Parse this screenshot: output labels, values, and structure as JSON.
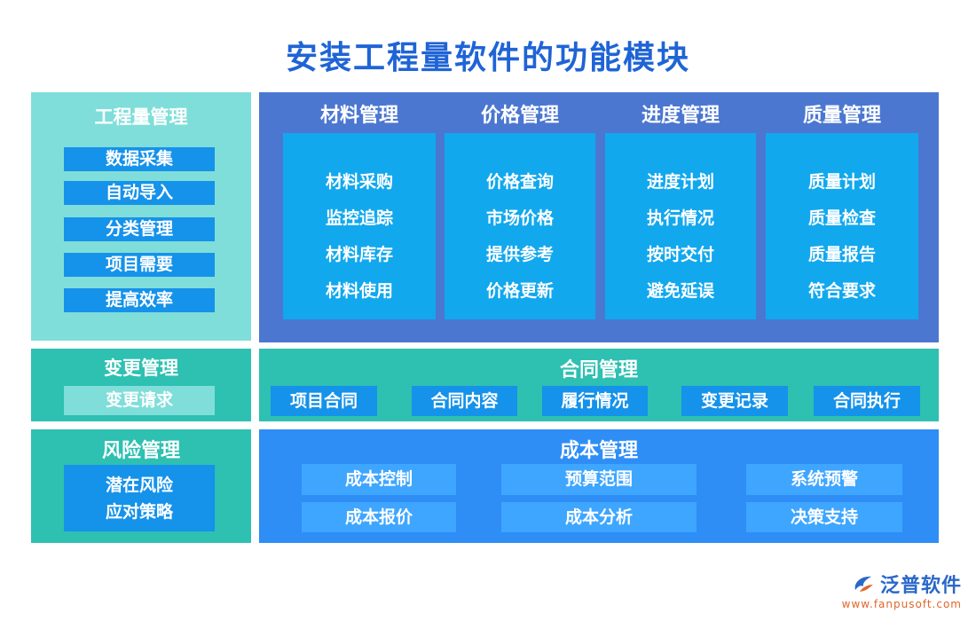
{
  "title": "安装工程量软件的功能模块",
  "quantity": {
    "label": "工程量管理",
    "items": [
      "数据采集",
      "自动导入",
      "分类管理",
      "项目需要",
      "提高效率"
    ]
  },
  "columns": [
    {
      "label": "材料管理",
      "items": [
        "材料采购",
        "监控追踪",
        "材料库存",
        "材料使用"
      ]
    },
    {
      "label": "价格管理",
      "items": [
        "价格查询",
        "市场价格",
        "提供参考",
        "价格更新"
      ]
    },
    {
      "label": "进度管理",
      "items": [
        "进度计划",
        "执行情况",
        "按时交付",
        "避免延误"
      ]
    },
    {
      "label": "质量管理",
      "items": [
        "质量计划",
        "质量检查",
        "质量报告",
        "符合要求"
      ]
    }
  ],
  "change": {
    "label": "变更管理",
    "items": [
      "变更请求"
    ]
  },
  "contract": {
    "label": "合同管理",
    "items": [
      "项目合同",
      "合同内容",
      "履行情况",
      "变更记录",
      "合同执行"
    ]
  },
  "risk": {
    "label": "风险管理",
    "items": [
      "潜在风险",
      "应对策略"
    ]
  },
  "cost": {
    "label": "成本管理",
    "items": [
      "成本控制",
      "预算范围",
      "系统预警",
      "成本报价",
      "成本分析",
      "决策支持"
    ]
  },
  "logo": {
    "name": "泛普软件",
    "url": "www.fanpusoft.com"
  },
  "colors": {
    "title": "#1f64d6",
    "left_top": "#7fded9",
    "left_bottom": "#2ec0b1",
    "item_blue": "#1592ea",
    "main_blue": "#4b77d1",
    "col_box": "#12a8ee",
    "contract_panel": "#2ec0b1",
    "cost_panel": "#2e8ef6",
    "cost_tile": "#3ea6ff"
  }
}
